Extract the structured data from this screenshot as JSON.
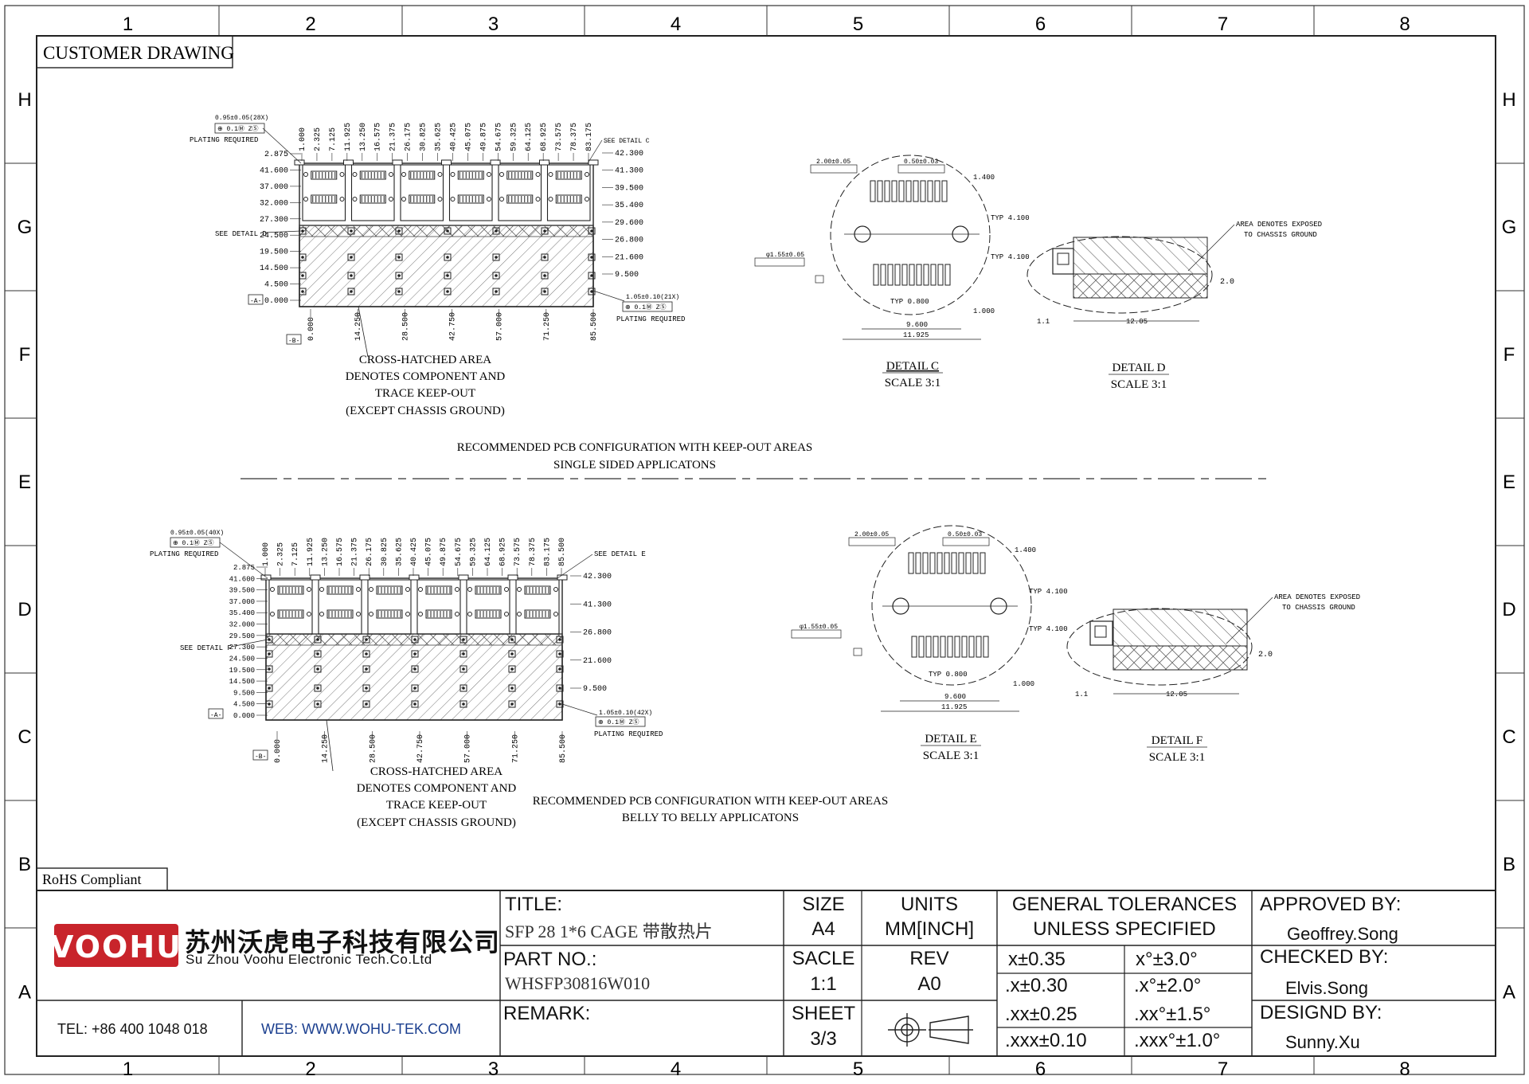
{
  "frame": {
    "columns": [
      "1",
      "2",
      "3",
      "4",
      "5",
      "6",
      "7",
      "8"
    ],
    "rows": [
      "H",
      "G",
      "F",
      "E",
      "D",
      "C",
      "B",
      "A"
    ]
  },
  "header": {
    "customer_drawing": "CUSTOMER DRAWING",
    "rohs": "RoHS Compliant"
  },
  "upper_view": {
    "top_dims": [
      "1.000",
      "2.325",
      "7.125",
      "11.925",
      "13.250",
      "16.575",
      "21.375",
      "26.175",
      "30.825",
      "35.625",
      "40.425",
      "45.075",
      "49.875",
      "54.675",
      "59.325",
      "64.125",
      "68.925",
      "73.575",
      "78.375",
      "83.175"
    ],
    "left_dims": [
      "2.875",
      "41.600",
      "37.000",
      "32.000",
      "27.300",
      "24.500",
      "19.500",
      "14.500",
      "4.500",
      "0.000"
    ],
    "right_dims": [
      "42.300",
      "41.300",
      "39.500",
      "35.400",
      "29.600",
      "26.800",
      "21.600",
      "9.500"
    ],
    "bottom_dims": [
      "0.000",
      "14.250",
      "28.500",
      "42.750",
      "57.000",
      "71.250",
      "85.500"
    ],
    "hole_note": "0.95±0.05(28X)",
    "hole_note2": "1.05±0.10(21X)",
    "fcf": "⊕ 0.1Ⓜ ZⓈ",
    "plating": "PLATING REQUIRED",
    "see_detail_c": "SEE DETAIL C",
    "see_detail_d": "SEE DETAIL D",
    "datum_a": "-A-",
    "datum_b": "-B-",
    "note_lines": [
      "CROSS-HATCHED AREA",
      "DENOTES COMPONENT AND",
      "TRACE KEEP-OUT",
      "(EXCEPT CHASSIS GROUND)"
    ],
    "caption_lines": [
      "RECOMMENDED PCB CONFIGURATION WITH KEEP-OUT AREAS",
      "SINGLE SIDED APPLICATONS"
    ]
  },
  "lower_view": {
    "top_dims": [
      "1.000",
      "2.325",
      "7.125",
      "11.925",
      "13.250",
      "16.575",
      "21.375",
      "26.175",
      "30.825",
      "35.625",
      "40.425",
      "45.075",
      "49.875",
      "54.675",
      "59.325",
      "64.125",
      "68.925",
      "73.575",
      "78.375",
      "83.175",
      "85.500"
    ],
    "left_dims": [
      "2.875",
      "41.600",
      "39.500",
      "37.000",
      "35.400",
      "32.000",
      "29.500",
      "27.300",
      "24.500",
      "19.500",
      "14.500",
      "9.500",
      "4.500",
      "0.000"
    ],
    "right_dims": [
      "42.300",
      "41.300",
      "26.800",
      "21.600",
      "9.500"
    ],
    "bottom_dims": [
      "0.000",
      "14.250",
      "28.500",
      "42.750",
      "57.000",
      "71.250",
      "85.500"
    ],
    "hole_note": "0.95±0.05(40X)",
    "hole_note2": "1.05±0.10(42X)",
    "fcf": "⊕ 0.1Ⓜ ZⓈ",
    "plating": "PLATING REQUIRED",
    "see_detail_e": "SEE DETAIL E",
    "see_detail_f": "SEE DETAIL F",
    "datum_a": "-A-",
    "datum_b": "-B-",
    "note_lines": [
      "CROSS-HATCHED AREA",
      "DENOTES COMPONENT AND",
      "TRACE KEEP-OUT",
      "(EXCEPT CHASSIS GROUND)"
    ],
    "caption_lines": [
      "RECOMMENDED PCB CONFIGURATION WITH KEEP-OUT AREAS",
      "BELLY TO BELLY APPLICATONS"
    ]
  },
  "details_upper": {
    "c_title": "DETAIL C",
    "c_scale": "SCALE 3:1",
    "d_title": "DETAIL D",
    "d_scale": "SCALE 3:1",
    "pitch_left": "2.00±0.05",
    "pitch_right": "0.50±0.03",
    "d1400": "1.400",
    "typ4100a": "TYP 4.100",
    "typ4100b": "TYP 4.100",
    "typ0800": "TYP 0.800",
    "d1000": "1.000",
    "d9600": "9.600",
    "d11925": "11.925",
    "d155": "φ1.55±0.05",
    "area_note": [
      "AREA DENOTES EXPOSED",
      "TO CHASSIS GROUND"
    ],
    "d20": "2.0",
    "d11": "1.1",
    "d1205": "12.05"
  },
  "details_lower": {
    "e_title": "DETAIL E",
    "e_scale": "SCALE 3:1",
    "f_title": "DETAIL F",
    "f_scale": "SCALE 3:1",
    "pitch_left": "2.00±0.05",
    "pitch_right": "0.50±0.03",
    "d1400": "1.400",
    "typ4100a": "TYP 4.100",
    "typ4100b": "TYP 4.100",
    "typ0800": "TYP 0.800",
    "d1000": "1.000",
    "d9600": "9.600",
    "d11925": "11.925",
    "d155": "φ1.55±0.05",
    "area_note": [
      "AREA DENOTES EXPOSED",
      "TO CHASSIS GROUND"
    ],
    "d20": "2.0",
    "d11": "1.1",
    "d1205": "12.05"
  },
  "title_block": {
    "logo": "VOOHU",
    "company_cn": "苏州沃虎电子科技有限公司",
    "company_en": "Su Zhou Voohu Electronic Tech.Co.Ltd",
    "tel": "TEL: +86 400 1048 018",
    "web": "WEB: WWW.WOHU-TEK.COM",
    "title_label": "TITLE:",
    "title_value": "SFP 28 1*6 CAGE 带散热片",
    "part_label": "PART NO.:",
    "part_value": "WHSFP30816W010",
    "remark_label": "REMARK:",
    "size_label": "SIZE",
    "size_value": "A4",
    "units_label": "UNITS",
    "units_value": "MM[INCH]",
    "scale_label": "SACLE",
    "scale_value": "1:1",
    "rev_label": "REV",
    "rev_value": "A0",
    "sheet_label": "SHEET",
    "sheet_value": "3/3",
    "tol_header1": "GENERAL TOLERANCES",
    "tol_header2": "UNLESS SPECIFIED",
    "tol": [
      [
        "x±0.35",
        "x°±3.0°"
      ],
      [
        ".x±0.30",
        ".x°±2.0°"
      ],
      [
        ".xx±0.25",
        ".xx°±1.5°"
      ],
      [
        ".xxx±0.10",
        ".xxx°±1.0°"
      ]
    ],
    "approved_label": "APPROVED BY:",
    "approved_value": "Geoffrey.Song",
    "checked_label": "CHECKED BY:",
    "checked_value": "Elvis.Song",
    "designed_label": "DESIGND BY:",
    "designed_value": "Sunny.Xu",
    "logo_color": "#c8242b"
  }
}
